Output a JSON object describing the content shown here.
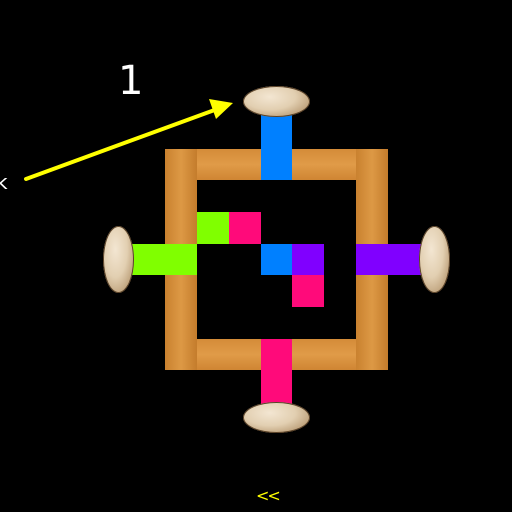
{
  "hint": {
    "step_number": "1",
    "edge_label": "k"
  },
  "bottom_marker": "<<",
  "colors": {
    "background": "#000000",
    "frame": "#d68d3c",
    "arrow": "#ffff00",
    "blue": "#0080ff",
    "pink": "#ff0a7a",
    "green": "#80ff00",
    "purple": "#8000ff",
    "knob": "#e2cfb1"
  },
  "pieces": [
    {
      "name": "green-block",
      "color": "green"
    },
    {
      "name": "pink-block-top",
      "color": "pink"
    },
    {
      "name": "blue-block",
      "color": "blue"
    },
    {
      "name": "purple-block",
      "color": "purple"
    },
    {
      "name": "pink-block-bottom",
      "color": "pink"
    }
  ],
  "plungers": [
    {
      "side": "top",
      "color": "blue"
    },
    {
      "side": "left",
      "color": "green"
    },
    {
      "side": "right",
      "color": "purple"
    },
    {
      "side": "bottom",
      "color": "pink"
    }
  ]
}
